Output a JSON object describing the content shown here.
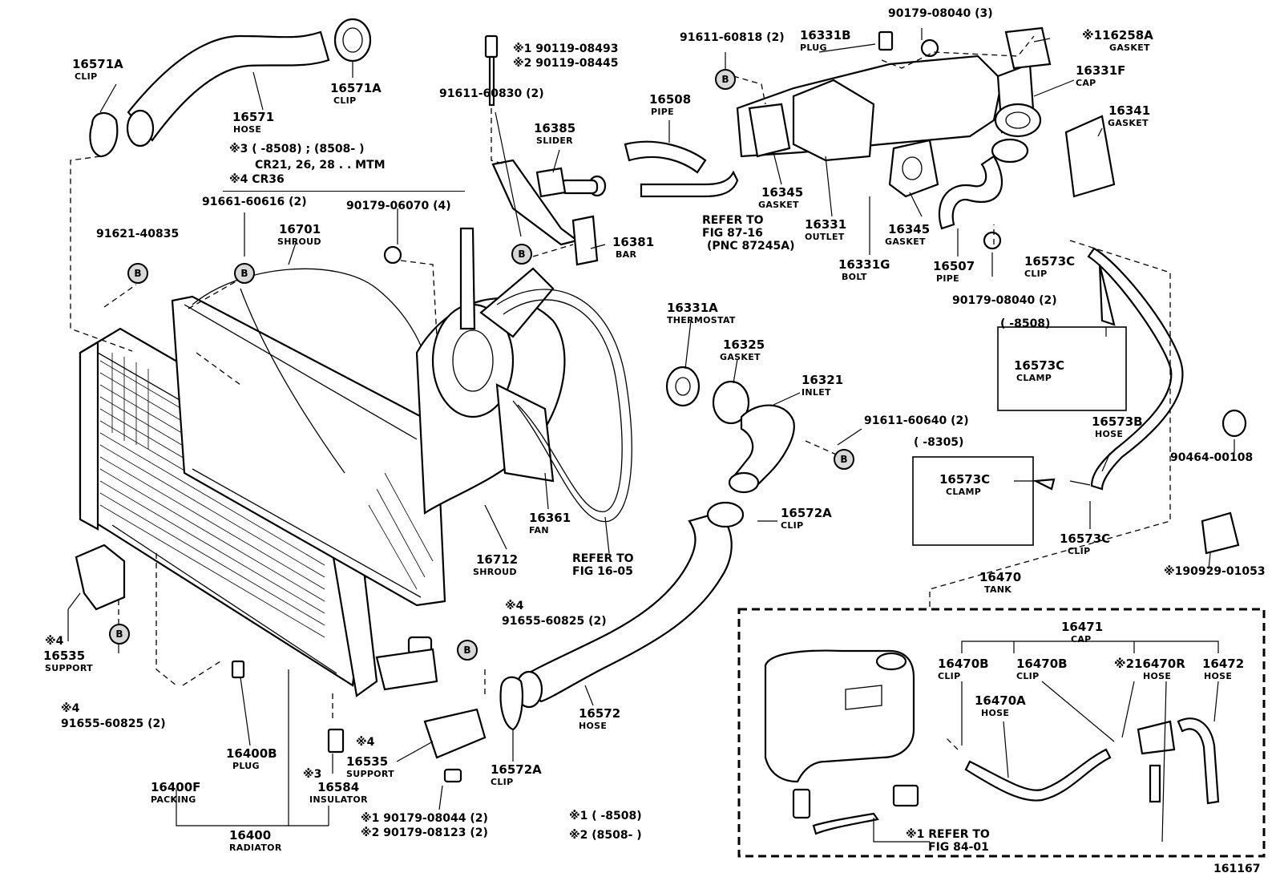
{
  "diagram_id": "161167",
  "refs": {
    "b_mark": "B",
    "cr_note_a": "※3",
    "cr_note_b": "※4"
  },
  "labels": [
    {
      "id": "p16571a_l",
      "num": "16571A",
      "name": "CLIP"
    },
    {
      "id": "p16571a_r",
      "num": "16571A",
      "name": "CLIP"
    },
    {
      "id": "p16571",
      "num": "16571",
      "name": "HOSE"
    },
    {
      "id": "p16701",
      "num": "16701",
      "name": "SHROUD"
    },
    {
      "id": "p16508",
      "num": "16508",
      "name": "PIPE"
    },
    {
      "id": "p16385",
      "num": "16385",
      "name": "SLIDER"
    },
    {
      "id": "p16381",
      "num": "16381",
      "name": "BAR"
    },
    {
      "id": "p16331b",
      "num": "16331B",
      "name": "PLUG"
    },
    {
      "id": "p116258a",
      "num": "※116258A",
      "name": "GASKET"
    },
    {
      "id": "p16331f",
      "num": "16331F",
      "name": "CAP"
    },
    {
      "id": "p16341",
      "num": "16341",
      "name": "GASKET"
    },
    {
      "id": "p16345a",
      "num": "16345",
      "name": "GASKET"
    },
    {
      "id": "p16345b",
      "num": "16345",
      "name": "GASKET"
    },
    {
      "id": "p16331",
      "num": "16331",
      "name": "OUTLET"
    },
    {
      "id": "p16331g",
      "num": "16331G",
      "name": "BOLT"
    },
    {
      "id": "p16507",
      "num": "16507",
      "name": "PIPE"
    },
    {
      "id": "p16573c_a",
      "num": "16573C",
      "name": "CLIP"
    },
    {
      "id": "p16573c_b",
      "num": "16573C",
      "name": "CLAMP"
    },
    {
      "id": "p16573c_c",
      "num": "16573C",
      "name": "CLAMP"
    },
    {
      "id": "p16573c_d",
      "num": "16573C",
      "name": "CLIP"
    },
    {
      "id": "p16573b",
      "num": "16573B",
      "name": "HOSE"
    },
    {
      "id": "p16331a",
      "num": "16331A",
      "name": "THERMOSTAT"
    },
    {
      "id": "p16325",
      "num": "16325",
      "name": "GASKET"
    },
    {
      "id": "p16321",
      "num": "16321",
      "name": "INLET"
    },
    {
      "id": "p16361",
      "num": "16361",
      "name": "FAN"
    },
    {
      "id": "p16712",
      "num": "16712",
      "name": "SHROUD"
    },
    {
      "id": "p16572a_a",
      "num": "16572A",
      "name": "CLIP"
    },
    {
      "id": "p16572a_b",
      "num": "16572A",
      "name": "CLIP"
    },
    {
      "id": "p16572",
      "num": "16572",
      "name": "HOSE"
    },
    {
      "id": "p16535a",
      "num": "16535",
      "name": "SUPPORT"
    },
    {
      "id": "p16535b",
      "num": "16535",
      "name": "SUPPORT"
    },
    {
      "id": "p16400b",
      "num": "16400B",
      "name": "PLUG"
    },
    {
      "id": "p16584",
      "num": "16584",
      "name": "INSULATOR"
    },
    {
      "id": "p16400f",
      "num": "16400F",
      "name": "PACKING"
    },
    {
      "id": "p16400",
      "num": "16400",
      "name": "RADIATOR"
    },
    {
      "id": "p16470",
      "num": "16470",
      "name": "TANK"
    },
    {
      "id": "p16471",
      "num": "16471",
      "name": "CAP"
    },
    {
      "id": "p16470b_a",
      "num": "16470B",
      "name": "CLIP"
    },
    {
      "id": "p16470b_b",
      "num": "16470B",
      "name": "CLIP"
    },
    {
      "id": "p16470r",
      "num": "※216470R",
      "name": "HOSE"
    },
    {
      "id": "p16472",
      "num": "16472",
      "name": "HOSE"
    },
    {
      "id": "p16470a",
      "num": "16470A",
      "name": "HOSE"
    }
  ],
  "part_numbers": [
    {
      "id": "n90119_1",
      "text": "※1 90119-08493"
    },
    {
      "id": "n90119_2",
      "text": "※2 90119-08445"
    },
    {
      "id": "n9161160830",
      "text": "91611-60830 (2)"
    },
    {
      "id": "n9161160818",
      "text": "91611-60818 (2)"
    },
    {
      "id": "n9017908040a",
      "text": "90179-08040 (3)"
    },
    {
      "id": "n9017908040b",
      "text": "90179-08040 (2)"
    },
    {
      "id": "n9166160616",
      "text": "91661-60616 (2)"
    },
    {
      "id": "n9017906070",
      "text": "90179-06070 (4)"
    },
    {
      "id": "n9162140835",
      "text": "91621-40835"
    },
    {
      "id": "n9161160640",
      "text": "91611-60640 (2)"
    },
    {
      "id": "n9046400108",
      "text": "90464-00108"
    },
    {
      "id": "n9092901053",
      "text": "※190929-01053"
    },
    {
      "id": "n9165560825a",
      "text": "91655-60825 (2)"
    },
    {
      "id": "n9165560825b",
      "text": "91655-60825 (2)"
    },
    {
      "id": "n9017908044",
      "text": "※1 90179-08044 (2)"
    },
    {
      "id": "n9017908123",
      "text": "※2 90179-08123 (2)"
    }
  ],
  "notes": {
    "cr3_line": "※3 (        -8508) ; (8508-          )",
    "cr3_models": "CR21, 26, 28 . . MTM",
    "cr4": "※4 CR36",
    "star4_a": "※4",
    "star4_b": "※4",
    "star4_c": "※4",
    "star4_d": "※4",
    "star3": "※3",
    "range_8508": "(        -8508)",
    "range_8305": "(        -8305)",
    "legend_1": "※1 (          -8508)",
    "legend_2": "※2 (8508-          )"
  },
  "refer_to": {
    "fig8716_1": "REFER TO",
    "fig8716_2": "FIG 87-16",
    "fig8716_3": "(PNC 87245A)",
    "fig1605_1": "REFER TO",
    "fig1605_2": "FIG 16-05",
    "fig8401_1": "※1 REFER TO",
    "fig8401_2": "FIG 84-01"
  }
}
